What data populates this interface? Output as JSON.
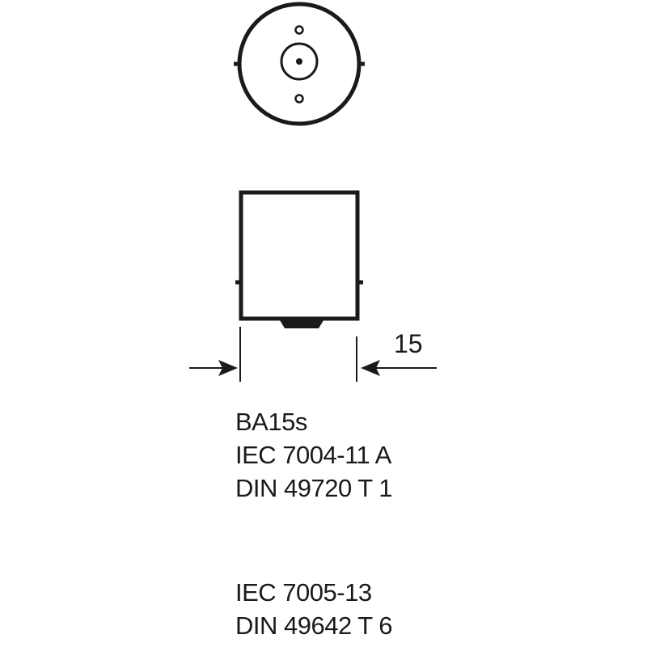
{
  "dimension": {
    "value": "15"
  },
  "specs_primary": [
    "BA15s",
    "IEC 7004-11 A",
    "DIN 49720 T 1"
  ],
  "specs_secondary": [
    "IEC 7005-13",
    "DIN 49642 T 6"
  ],
  "colors": {
    "line": "#1a1a1a",
    "background": "#ffffff"
  }
}
